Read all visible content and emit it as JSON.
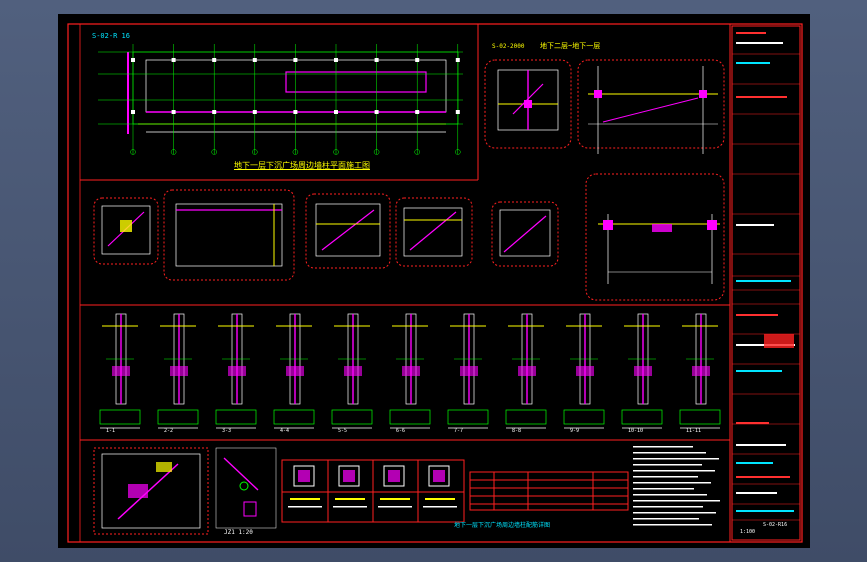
{
  "sheet": {
    "ref_top_left": "S-02-R 16",
    "ref_top_mid": "S-02-2000",
    "plan_title": "地下一层下沉广场周边墙柱平面施工图",
    "detail_title_top": "地下二层~地下一层",
    "section_labels": [
      "1-1",
      "2-2",
      "3-3",
      "4-4",
      "5-5",
      "6-6",
      "7-7",
      "8-8",
      "9-9",
      "10-10",
      "11-11"
    ],
    "bottom_left_label": "JZ1 1:20",
    "bottom_center_title": "地下一层下沉广场周边墙柱配筋详图",
    "scale_note": "1:100",
    "drawing_number": "S-02-R16"
  },
  "colors": {
    "background": "#000000",
    "frame": "#ff2020",
    "outline": "#ffffff",
    "beam": "#ffff00",
    "grid": "#00ff00",
    "rebar": "#ff00ff",
    "dim": "#00e5ff"
  }
}
